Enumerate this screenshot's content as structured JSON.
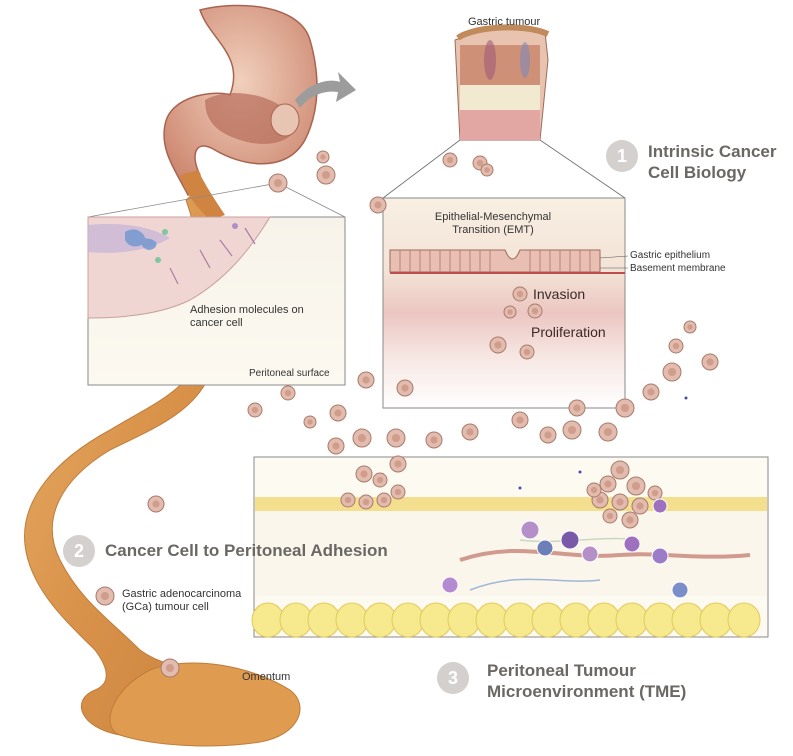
{
  "labels": {
    "gastric_tumour": "Gastric tumour",
    "emt": "Epithelial-Mesenchymal Transition (EMT)",
    "gastric_epithelium": "Gastric epithelium",
    "basement_membrane": "Basement membrane",
    "invasion": "Invasion",
    "proliferation": "Proliferation",
    "adhesion_molecules": "Adhesion molecules on cancer cell",
    "peritoneal_surface": "Peritoneal surface",
    "gca_cell": "Gastric adenocarcinoma (GCa) tumour cell",
    "omentum": "Omentum"
  },
  "sections": [
    {
      "number": "1",
      "title": "Intrinsic Cancer Cell Biology"
    },
    {
      "number": "2",
      "title": "Cancer Cell to Peritoneal Adhesion"
    },
    {
      "number": "3",
      "title": "Peritoneal Tumour Microenvironment (TME)"
    }
  ],
  "colors": {
    "badge": "#d4d0cd",
    "heading": "#6a6764",
    "cell_fill": "#e2bcae",
    "cell_stroke": "#a97a6a",
    "nucleus": "#c98f7e",
    "tissue_pink": "#eacaca",
    "fat_yellow": "#f6e98e",
    "omentum_orange": "#e2a257"
  }
}
